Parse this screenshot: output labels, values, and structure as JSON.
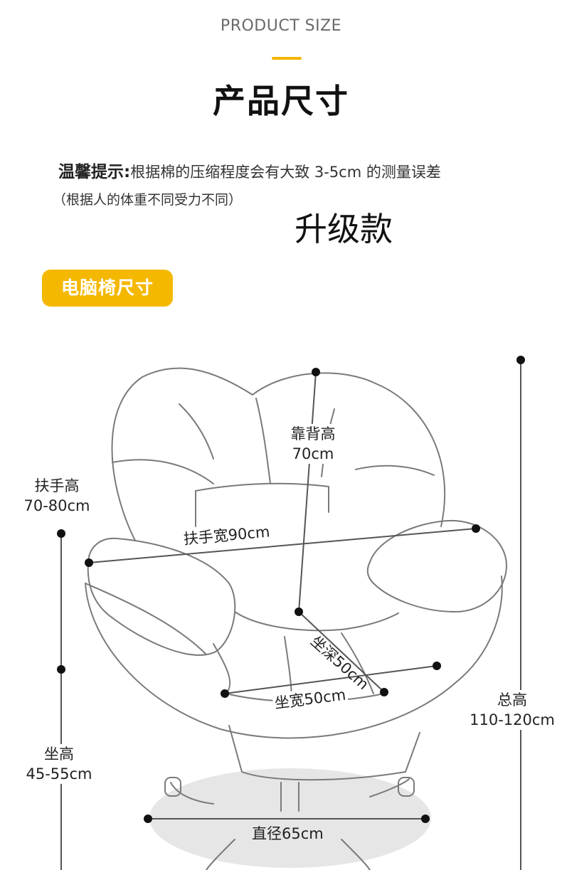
{
  "header": {
    "en_title": "PRODUCT SIZE",
    "zh_title": "产品尺寸"
  },
  "tip": {
    "label": "温馨提示:",
    "text": "根据棉的压缩程度会有大致 3-5cm 的测量误差",
    "note": "（根据人的体重不同受力不同）"
  },
  "version": "升级款",
  "badge": "电脑椅尺寸",
  "dimensions": {
    "backrest": {
      "name": "靠背高",
      "value": "70cm"
    },
    "armrest_height": {
      "name": "扶手高",
      "value": "70-80cm"
    },
    "armrest_width": "扶手宽90cm",
    "seat_depth": "坐深50cm",
    "seat_width": "坐宽50cm",
    "seat_height": {
      "name": "坐高",
      "value": "45-55cm"
    },
    "total_height": {
      "name": "总高",
      "value": "110-120cm"
    },
    "diameter": "直径65cm"
  },
  "colors": {
    "accent": "#f5b800",
    "line": "#555555",
    "dot": "#111111"
  }
}
